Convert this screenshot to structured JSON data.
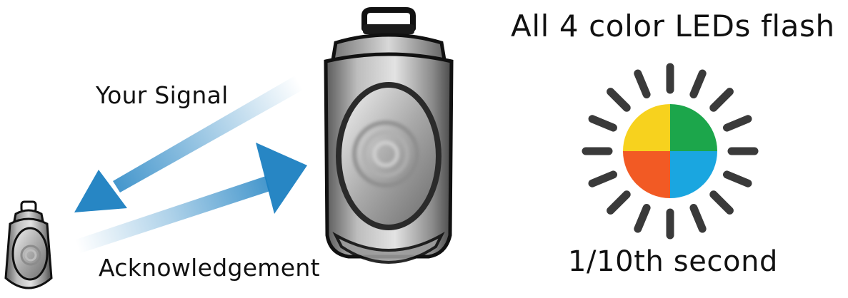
{
  "labels": {
    "signal": "Your Signal",
    "acknowledgement": "Acknowledgement",
    "leds_flash": "All 4 color LEDs flash",
    "duration": "1/10th second"
  },
  "led_colors": {
    "top_left": "#f7d21e",
    "top_right": "#1ca64b",
    "bottom_left": "#f25a24",
    "bottom_right": "#1aa6e0"
  },
  "arrow_color": "#1b7fc1",
  "icons": {
    "small_device": "pager-device-icon",
    "large_device": "pager-device-icon",
    "led_burst": "sunburst-icon"
  }
}
